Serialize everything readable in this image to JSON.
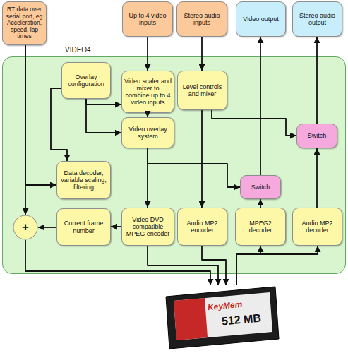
{
  "diagram": {
    "nodes": [
      {
        "text": [
          "RT data over serial port, eg Acceleration, speed, lap times"
        ]
      },
      {
        "text": [
          "Up to 4 video inputs"
        ]
      },
      {
        "text": [
          "Stereo audio inputs"
        ]
      },
      {
        "text": [
          "Video output"
        ]
      },
      {
        "text": [
          "Stereo audio output"
        ]
      },
      {
        "text": [
          "VIDEO4"
        ]
      },
      {
        "text": [
          "Overlay configuration"
        ],
        "in": 5
      },
      {
        "text": [
          "Video scaler and mixer to combine up to 4 video inputs"
        ],
        "in": 5
      },
      {
        "text": [
          "Level controls and mixer"
        ],
        "in": 5
      },
      {
        "text": [
          "Video overlay system"
        ],
        "in": 5
      },
      {
        "text": [
          "Switch"
        ],
        "in": 5
      },
      {
        "text": [
          "Data decoder, variable scaling, filtering"
        ],
        "in": 5
      },
      {
        "text": [
          "Switch"
        ],
        "in": 5
      },
      {
        "text": [
          "+"
        ],
        "in": 5
      },
      {
        "text": [
          "Current frame number"
        ],
        "in": 5
      },
      {
        "text": [
          "Video DVD compatible MPEG encoder"
        ],
        "in": 5
      },
      {
        "text": [
          "Audio MP2 encoder"
        ],
        "in": 5
      },
      {
        "text": [
          "MPEG2 decoder"
        ],
        "in": 5
      },
      {
        "text": [
          "Audio MP2 decoder"
        ],
        "in": 5
      },
      {
        "text": [
          "KeyMem",
          "512 MB"
        ]
      }
    ],
    "edges": [
      {
        "from": 0,
        "to": 13,
        "arrow": "to"
      },
      {
        "from": 0,
        "to": 11,
        "arrow": "to"
      },
      {
        "from": 6,
        "to": 7,
        "arrow": "to"
      },
      {
        "from": 6,
        "to": 9,
        "arrow": "to"
      },
      {
        "from": 6,
        "to": 11,
        "arrow": "to"
      },
      {
        "from": 1,
        "to": 7,
        "arrow": "to"
      },
      {
        "from": 2,
        "to": 8,
        "arrow": "to"
      },
      {
        "from": 7,
        "to": 9,
        "arrow": "to"
      },
      {
        "from": 9,
        "to": 15,
        "arrow": "to"
      },
      {
        "from": 9,
        "to": 12,
        "arrow": "to"
      },
      {
        "from": 8,
        "to": 10,
        "arrow": "to"
      },
      {
        "from": 8,
        "to": 16,
        "arrow": "to"
      },
      {
        "from": 15,
        "to": 14,
        "arrow": "to"
      },
      {
        "from": 14,
        "to": 13,
        "arrow": "to"
      },
      {
        "from": 13,
        "to": 19,
        "arrow": "to"
      },
      {
        "from": 15,
        "to": 19,
        "arrow": "to"
      },
      {
        "from": 16,
        "to": 19,
        "arrow": "to"
      },
      {
        "from": 19,
        "to": 17,
        "arrow": "to"
      },
      {
        "from": 19,
        "to": 18,
        "arrow": "to"
      },
      {
        "from": 17,
        "to": 12,
        "arrow": "to"
      },
      {
        "from": 18,
        "to": 10,
        "arrow": "to"
      },
      {
        "from": 12,
        "to": 3,
        "arrow": "to"
      },
      {
        "from": 10,
        "to": 4,
        "arrow": "to"
      }
    ]
  }
}
